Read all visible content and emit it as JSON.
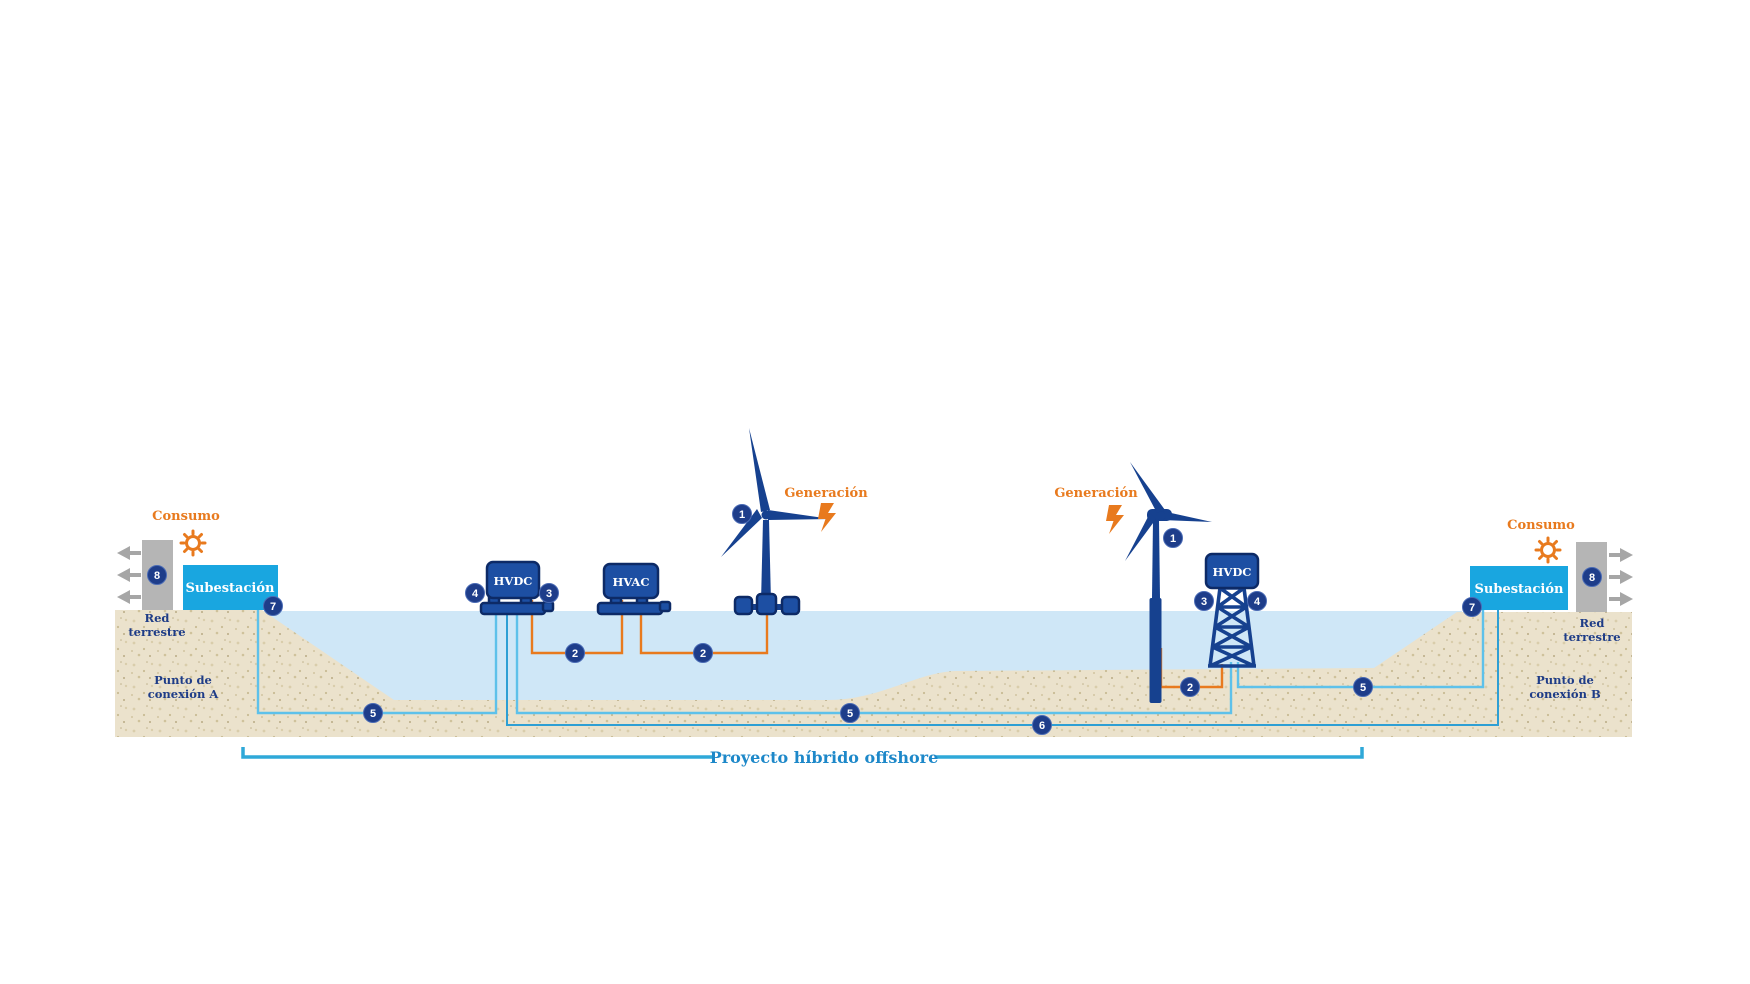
{
  "title": {
    "label": "Proyecto híbrido offshore"
  },
  "labels": {
    "consumo": "Consumo",
    "generacion": "Generación",
    "substation": "Subestación",
    "grid_line1": "Red",
    "grid_line2": "terrestre",
    "cp_a_line1": "Punto de",
    "cp_a_line2": "conexión A",
    "cp_b_line1": "Punto de",
    "cp_b_line2": "conexión B",
    "hvdc": "HVDC",
    "hvac": "HVAC"
  },
  "badges": {
    "b1": "1",
    "b2": "2",
    "b3": "3",
    "b4": "4",
    "b5": "5",
    "b6": "6",
    "b7": "7",
    "b8": "8"
  },
  "icons": {
    "sun": "sun-icon (orange outlined sun, consumption)",
    "bolt": "lightning-bolt-icon (orange, generation)",
    "arrows_left": "gray arrows pointing left (onshore grid A flow)",
    "arrows_right": "gray arrows pointing right (onshore grid B flow)"
  },
  "colors": {
    "navy": "#16418f",
    "badge_navy": "#1e3d8a",
    "substation_cyan": "#19a6e0",
    "orange": "#e87a1e",
    "cable_light_blue": "#5ec1ea",
    "cable_dark_blue": "#2e9fd4",
    "water": "#cfe7f7",
    "sand": "#ebe2cc",
    "gray": "#b5b5b5",
    "title_blue": "#1d88c9",
    "text_navy": "#1e3c87"
  }
}
